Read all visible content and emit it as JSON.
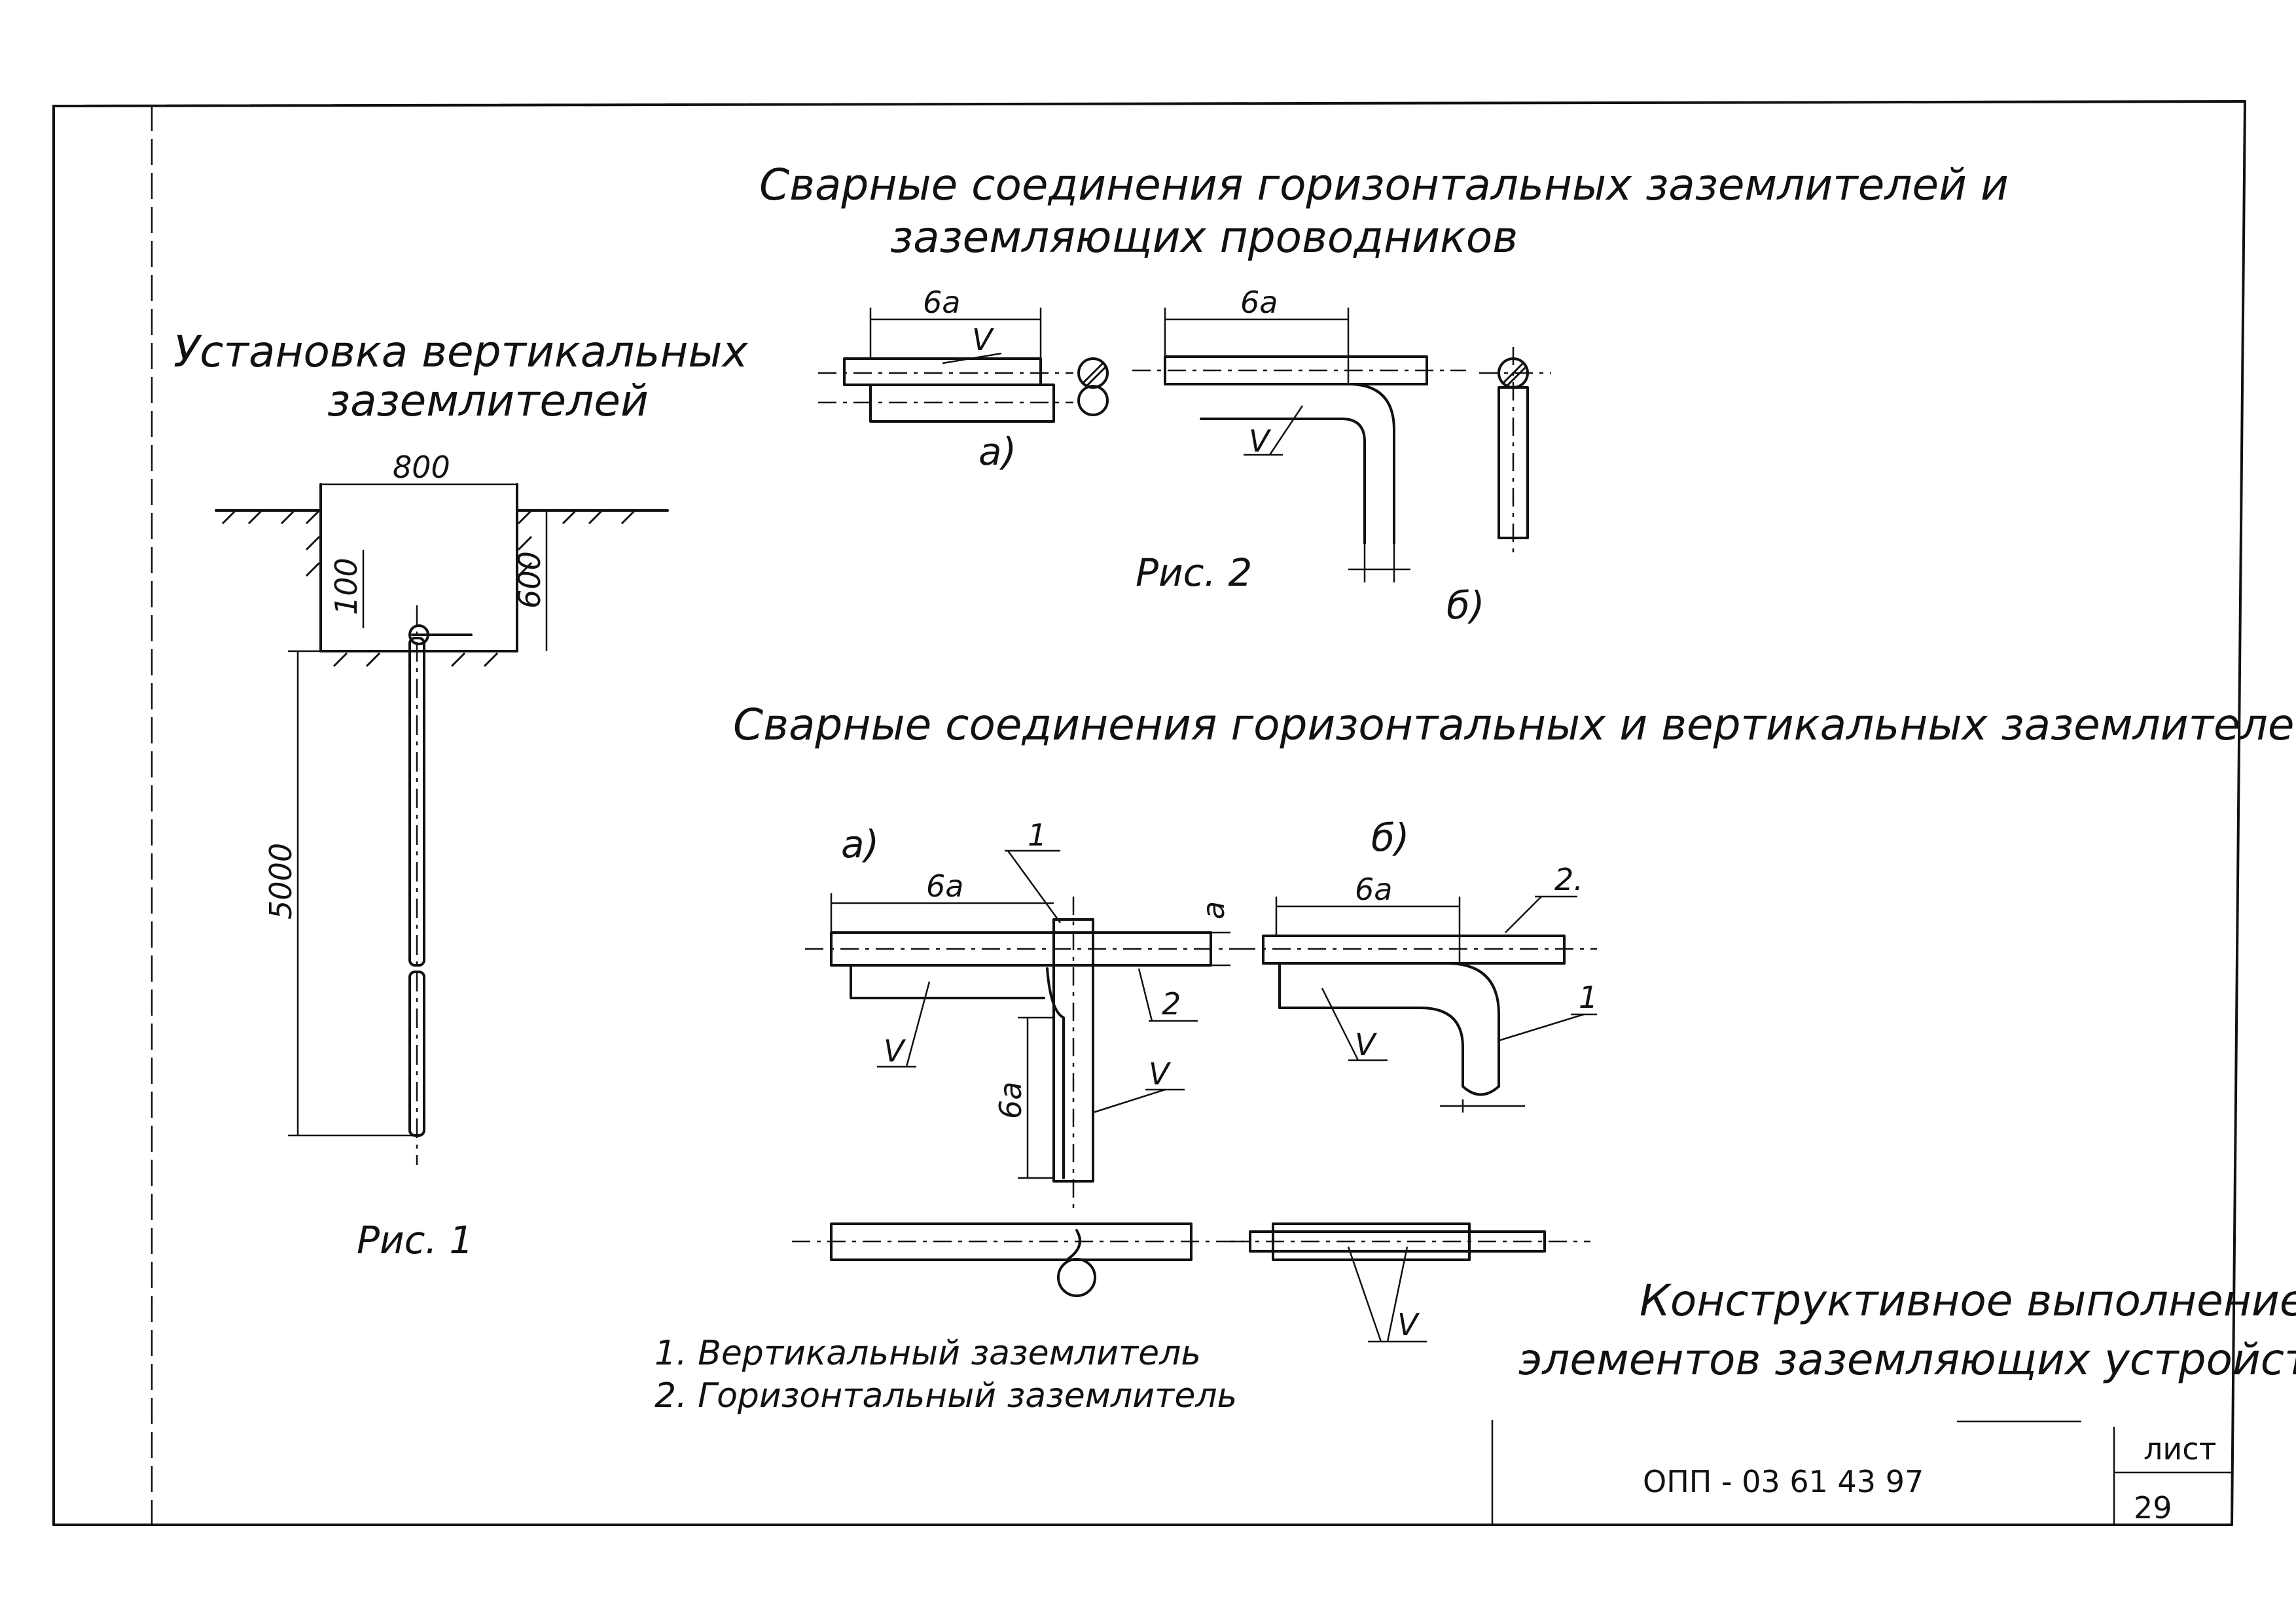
{
  "fig1": {
    "title_line1": "Установка вертикальных",
    "title_line2": "заземлителей",
    "dim_width": "800",
    "dim_depth_left": "100",
    "dim_depth_right": "600",
    "dim_length": "5000",
    "caption": "Рис. 1"
  },
  "fig2": {
    "title_line1": "Сварные соединения горизонтальных заземлителей и",
    "title_line2": "заземляющих проводников",
    "dim_a1": "6a",
    "dim_a2": "6a",
    "weld_mark": "V",
    "variant_a": "а)",
    "variant_b": "б)",
    "caption": "Рис. 2"
  },
  "fig3": {
    "title": "Сварные соединения горизонтальных и вертикальных заземлителей",
    "variant_a": "а)",
    "variant_b": "б)",
    "dim_6a": "6a",
    "dim_a": "a",
    "weld_mark": "V",
    "callout_1": "1",
    "callout_2": "2",
    "callout_2b": "2.",
    "legend_1": "1. Вертикальный заземлитель",
    "legend_2": "2. Горизонтальный заземлитель"
  },
  "title_block": {
    "main_title_line1": "Конструктивное выполнение",
    "main_title_line2": "элементов заземляющих устройств",
    "doc_code": "ОПП - 03 61 43 97",
    "sheet_label": "лист",
    "sheet_number": "29"
  }
}
